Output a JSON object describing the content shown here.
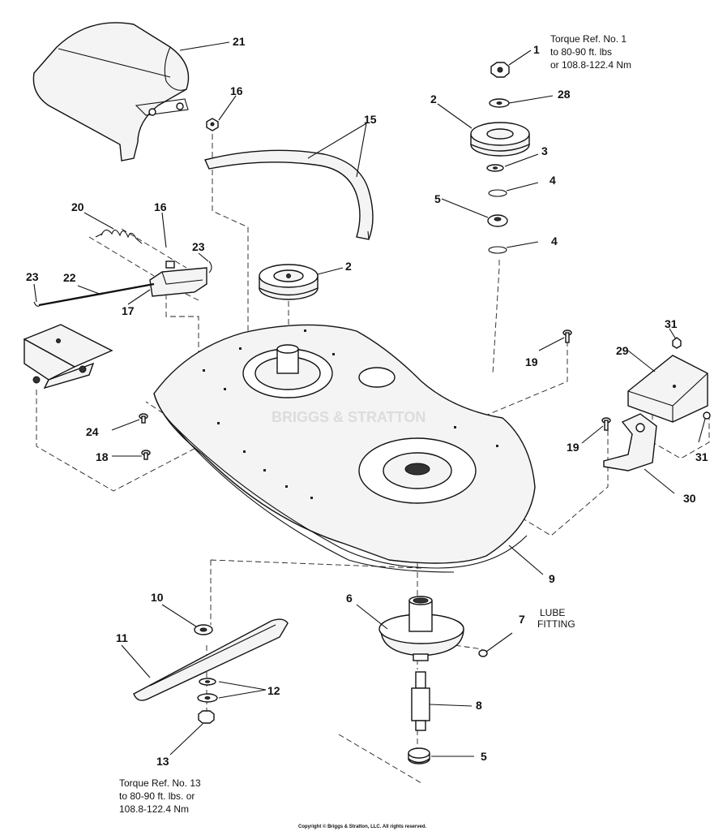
{
  "notes": {
    "torque_top": [
      "Torque Ref. No. 1",
      "to 80-90 ft. lbs",
      "or 108.8-122.4 Nm"
    ],
    "torque_bottom": [
      "Torque Ref. No. 13",
      "to 80-90 ft. lbs. or",
      "108.8-122.4 Nm"
    ],
    "lube": [
      "LUBE",
      "FITTING"
    ]
  },
  "watermark": "BRIGGS & STRATTON",
  "copyright": "Copyright © Briggs & Stratton, LLC. All rights reserved.",
  "callouts": {
    "c1": "1",
    "c2a": "2",
    "c2b": "2",
    "c3": "3",
    "c4a": "4",
    "c4b": "4",
    "c5a": "5",
    "c5b": "5",
    "c6": "6",
    "c7": "7",
    "c8": "8",
    "c9": "9",
    "c10": "10",
    "c11": "11",
    "c12": "12",
    "c13": "13",
    "c15": "15",
    "c16a": "16",
    "c16b": "16",
    "c17": "17",
    "c18": "18",
    "c19a": "19",
    "c19b": "19",
    "c20": "20",
    "c21": "21",
    "c22": "22",
    "c23a": "23",
    "c23b": "23",
    "c24": "24",
    "c28": "28",
    "c29": "29",
    "c30": "30",
    "c31a": "31",
    "c31b": "31"
  }
}
